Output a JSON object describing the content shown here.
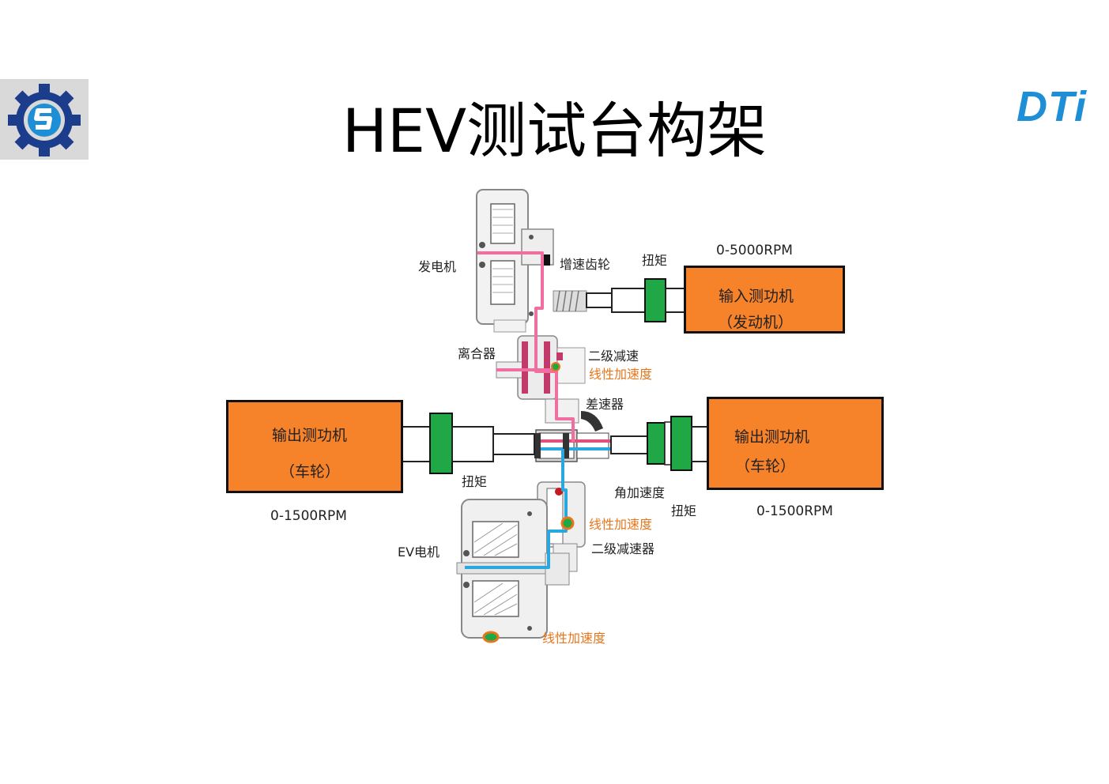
{
  "header": {
    "title": "HEV测试台构架",
    "brand_right": "DTi",
    "colors": {
      "brand_blue": "#1e8fd6",
      "dyno_orange": "#f6822a",
      "coupling_green": "#1fa845",
      "power_pink": "#f06fa0",
      "power_blue": "#29a8e0"
    }
  },
  "icons": {
    "left_logo": "gear-logo-icon"
  },
  "dynos": {
    "input": {
      "line1": "输入测功机",
      "line2": "（发动机）",
      "rpm": "0-5000RPM"
    },
    "output_left": {
      "line1": "输出测功机",
      "line2": "（车轮）",
      "rpm": "0-1500RPM"
    },
    "output_right": {
      "line1": "输出测功机",
      "line2": "（车轮）",
      "rpm": "0-1500RPM"
    }
  },
  "labels": {
    "generator": "发电机",
    "speed_up_gear": "增速齿轮",
    "torque_top": "扭矩",
    "clutch": "离合器",
    "secondary_reduction": "二级减速",
    "linear_accel_1": "线性加速度",
    "differential": "差速器",
    "torque_left": "扭矩",
    "angular_accel": "角加速度",
    "torque_right": "扭矩",
    "linear_accel_2": "线性加速度",
    "secondary_reducer": "二级减速器",
    "ev_motor": "EV电机",
    "linear_accel_3": "线性加速度"
  }
}
